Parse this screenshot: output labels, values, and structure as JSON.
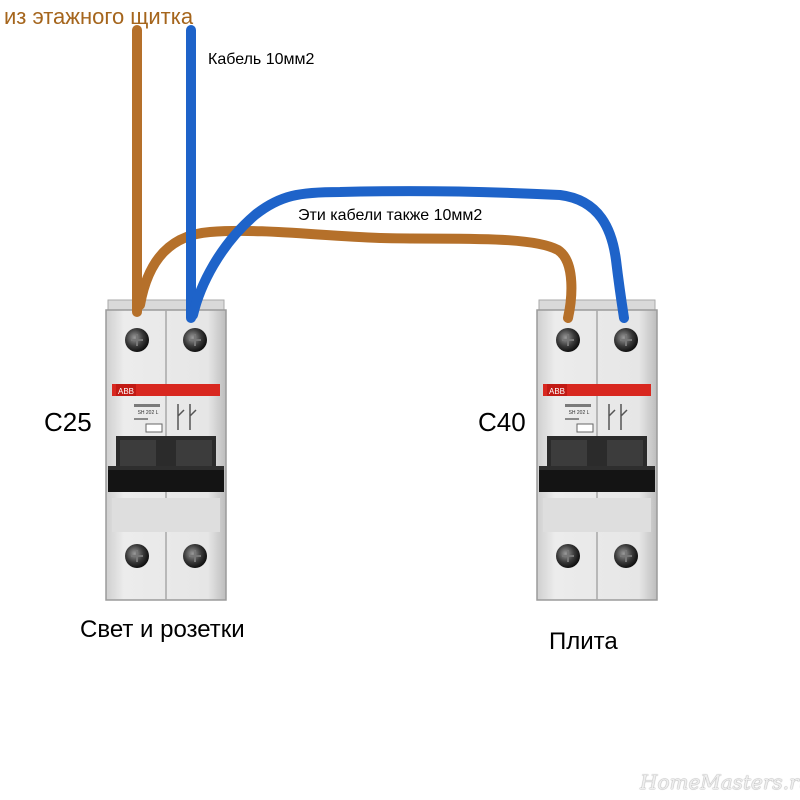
{
  "labels": {
    "source": "из этажного щитка",
    "cable_main": "Кабель 10мм2",
    "cable_jumpers": "Эти кабели также 10мм2",
    "breaker_left_rating": "C25",
    "breaker_right_rating": "C40",
    "breaker_left_purpose": "Свет и розетки",
    "breaker_right_purpose": "Плита",
    "watermark": "HomeMasters.ru"
  },
  "breaker": {
    "brand": "ABB",
    "model": "SH 202 L"
  },
  "colors": {
    "brown_wire": "#b5702a",
    "blue_wire": "#1e63c9",
    "breaker_body": "#e2e2e2",
    "breaker_stripe": "#d8271f",
    "toggle": "#1a1a1a",
    "source_text": "#a5651c"
  }
}
